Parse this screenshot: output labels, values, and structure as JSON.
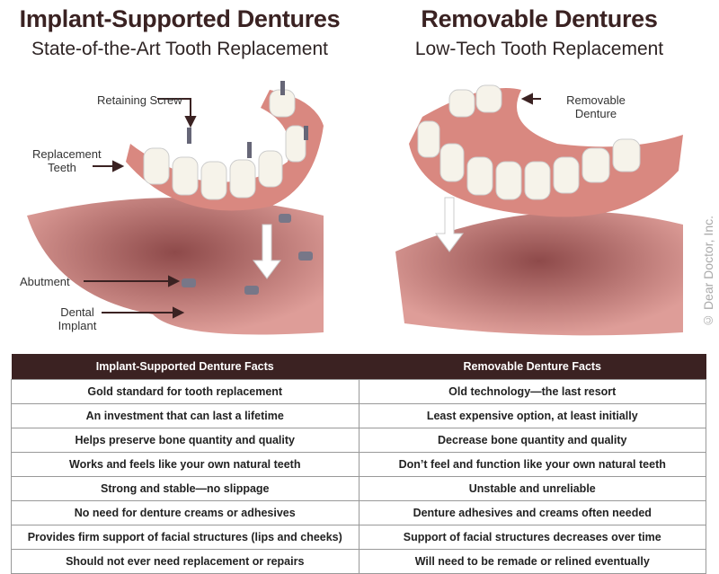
{
  "left": {
    "title": "Implant-Supported Dentures",
    "subtitle": "State-of-the-Art Tooth Replacement",
    "labels": {
      "retaining_screw": "Retaining Screw",
      "replacement_teeth": "Replacement Teeth",
      "abutment": "Abutment",
      "dental_implant": "Dental Implant"
    }
  },
  "right": {
    "title": "Removable Dentures",
    "subtitle": "Low-Tech Tooth Replacement",
    "labels": {
      "removable_denture": "Removable Denture"
    }
  },
  "watermark": "© Dear Doctor, Inc.",
  "table": {
    "headers": [
      "Implant-Supported Denture Facts",
      "Removable Denture Facts"
    ],
    "rows": [
      [
        "Gold standard for tooth replacement",
        "Old technology—the last resort"
      ],
      [
        "An investment that can last a lifetime",
        "Least expensive option, at least initially"
      ],
      [
        "Helps preserve bone quantity and quality",
        "Decrease bone quantity and quality"
      ],
      [
        "Works and feels like your own natural teeth",
        "Don’t feel and function like your own natural teeth"
      ],
      [
        "Strong and stable—no slippage",
        "Unstable and unreliable"
      ],
      [
        "No need for denture creams or adhesives",
        "Denture adhesives and creams often needed"
      ],
      [
        "Provides firm support of facial structures (lips and cheeks)",
        "Support of facial structures decreases over time"
      ],
      [
        "Should not ever need replacement or repairs",
        "Will need to be remade or relined eventually"
      ]
    ]
  },
  "colors": {
    "header": "#3b2222",
    "gum": "#c9706a",
    "tooth": "#f6f3ea"
  }
}
